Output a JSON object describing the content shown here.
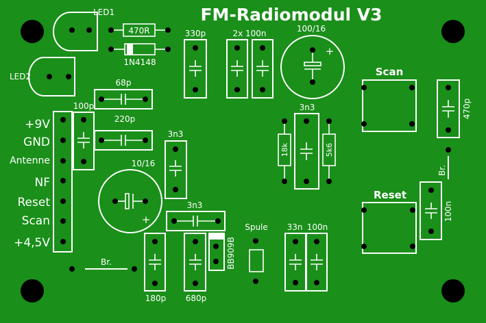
{
  "board": {
    "title": "FM-Radiomodul V3",
    "background": "#1a8f1a",
    "silkscreen_color": "#ffffff",
    "pad_color": "#000000"
  },
  "labels": {
    "led1": "LED1",
    "led2": "LED2",
    "r_470": "470R",
    "diode": "1N4148",
    "c_330p": "330p",
    "c_2x100n": "2x 100n",
    "c_100_16": "100/16",
    "scan": "Scan",
    "c_470p": "470p",
    "c_68p": "68p",
    "c_100p": "100p",
    "c_220p": "220p",
    "c_3n3_top": "3n3",
    "r_18k": "18k",
    "r_5k6": "5k6",
    "c_3n3_left": "3n3",
    "c_10_16": "10/16",
    "br_right": "Br.",
    "reset": "Reset",
    "c_100n_right": "100n",
    "c_3n3_mid": "3n3",
    "spule": "Spule",
    "c_33n": "33n",
    "c_100n": "100n",
    "br_bottom": "Br.",
    "c_180p": "180p",
    "c_680p": "680p",
    "bb909b": "BB909B"
  },
  "connector": {
    "pins": [
      "+9V",
      "GND",
      "Antenne",
      "NF",
      "Reset",
      "Scan",
      "+4,5V"
    ]
  }
}
